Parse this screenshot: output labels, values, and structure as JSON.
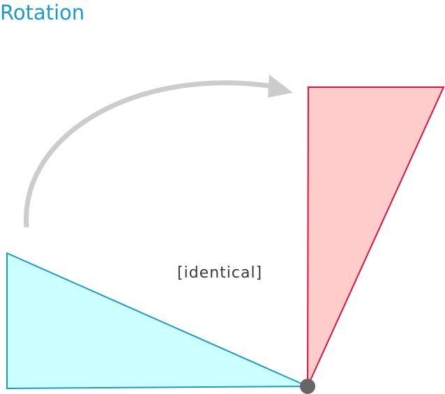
{
  "title": "Rotation",
  "annotation": "[identical]",
  "colors": {
    "title": "#1a9bc9",
    "original_fill": "#ccffff",
    "original_stroke": "#1a9bc9",
    "rotated_fill": "#ffcccc",
    "rotated_stroke": "#e8113b",
    "arrow": "#cccccc",
    "pivot": "#666666"
  },
  "shapes": {
    "original": "original-triangle",
    "rotated": "rotated-triangle",
    "arrow": "rotation-arrow",
    "pivot": "pivot-point"
  }
}
